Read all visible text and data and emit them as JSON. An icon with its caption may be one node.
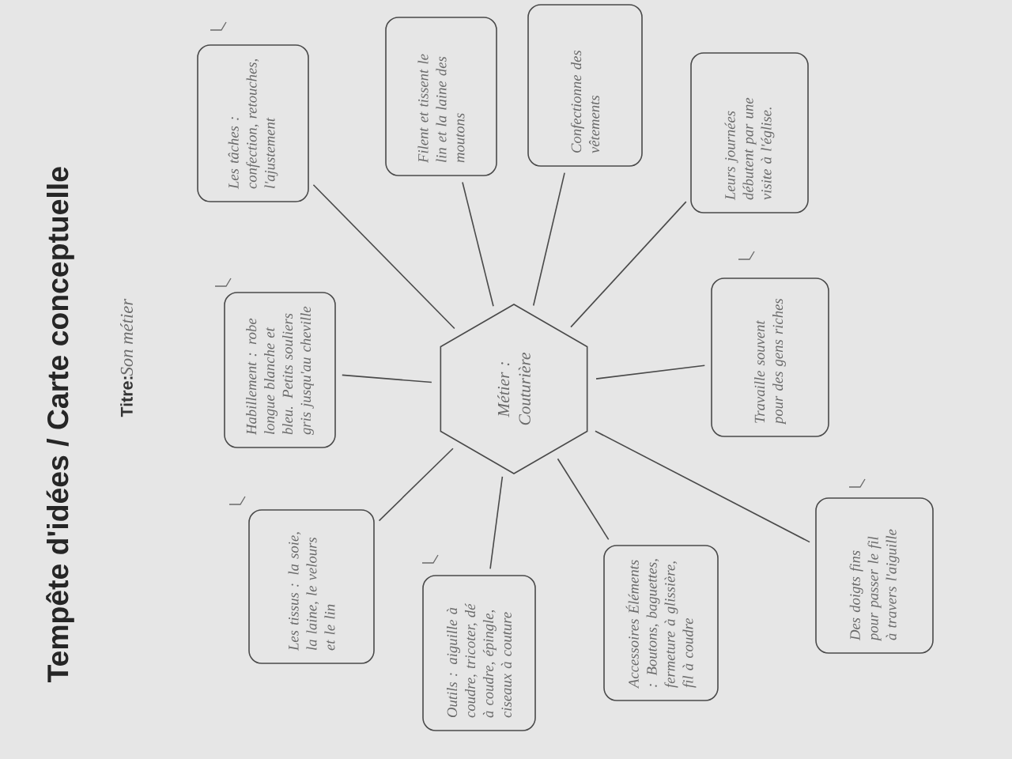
{
  "diagram": {
    "title": "Tempête d'idées / Carte conceptuelle",
    "nodes": [
      {
        "text": [
          "Métier : Couturière"
        ]
      },
      {
        "text": [
          "Les tissus : la soie, la laine, le velours et le lin"
        ]
      },
      {
        "text": [
          "Habillement : robe longue blanche et bleu. Petits souliers gris jusqu'au cheville"
        ]
      },
      {
        "text": [
          "Les tâches : confection, retouches, l'ajustement"
        ]
      },
      {
        "text": [
          "Outils : aiguille à coudre, tricoter, dé à coudre, épingle, ciseaux à couture"
        ]
      },
      {
        "text": [
          "Filent et tissent le lin et la laine des moutons"
        ]
      },
      {
        "text": [
          "Confectionne des vêtements"
        ]
      },
      {
        "text": [
          "Accessoires Éléments : Boutons, baguettes, fermeture à glissière, fil à coudre"
        ]
      },
      {
        "text": [
          "Leurs journées débutent par une visite à l'église."
        ]
      },
      {
        "text": [
          "Travaille souvent pour des gens riches"
        ]
      },
      {
        "text": [
          "Des doigts fins pour passer le fil à travers l'aiguille"
        ]
      }
    ],
    "edges": [
      {
        "from": 0,
        "to": 1,
        "arrow": "none"
      },
      {
        "from": 0,
        "to": 2,
        "arrow": "none"
      },
      {
        "from": 0,
        "to": 3,
        "arrow": "none"
      },
      {
        "from": 0,
        "to": 4,
        "arrow": "none"
      },
      {
        "from": 0,
        "to": 5,
        "arrow": "none"
      },
      {
        "from": 0,
        "to": 6,
        "arrow": "none"
      },
      {
        "from": 0,
        "to": 7,
        "arrow": "none"
      },
      {
        "from": 0,
        "to": 8,
        "arrow": "none"
      },
      {
        "from": 0,
        "to": 9,
        "arrow": "none"
      },
      {
        "from": 0,
        "to": 10,
        "arrow": "none"
      }
    ],
    "labels": [
      "Titre:",
      "Son métier"
    ]
  }
}
